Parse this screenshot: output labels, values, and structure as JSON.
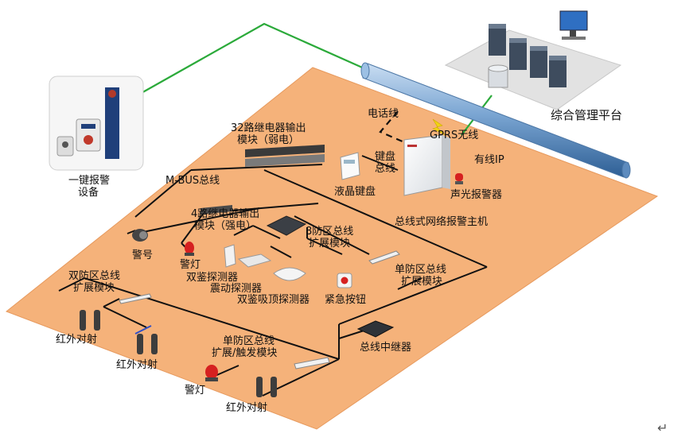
{
  "labels": {
    "alarm_device": [
      "一键报警",
      "设备"
    ],
    "mgmt_platform": "综合管理平台",
    "phone_line": "电话线",
    "gprs": "GPRS无线",
    "wired_ip": "有线IP",
    "relay32": [
      "32路继电器输出",
      "模块（弱电）"
    ],
    "keypad_bus": [
      "键盘",
      "总线"
    ],
    "lcd_keypad": "液晶键盘",
    "sound_light": "声光报警器",
    "host": "总线式网络报警主机",
    "mbus": "M-BUS总线",
    "relay4": [
      "4路继电器输出",
      "模块（强电）"
    ],
    "zone8": [
      "8防区总线",
      "扩展模块"
    ],
    "horn": "警号",
    "lamp1": "警灯",
    "dual_detector": "双鉴探测器",
    "vibration": "震动探测器",
    "ceiling_detector": "双鉴吸顶探测器",
    "panic_button": "紧急按钮",
    "single_zone": [
      "单防区总线",
      "扩展模块"
    ],
    "dual_zone": [
      "双防区总线",
      "扩展模块"
    ],
    "ir1": "红外对射",
    "ir2": "红外对射",
    "repeater": "总线中继器",
    "single_trigger": [
      "单防区总线",
      "扩展/触发模块"
    ],
    "lamp2": "警灯",
    "ir3": "红外对射"
  },
  "colors": {
    "floor": "#F5B27A",
    "floor_edge": "#E79A5E",
    "green_line": "#2BAA3A",
    "bus_line": "#111111",
    "pipe": "#6E9BC9",
    "server_base": "#E3E3E3"
  }
}
